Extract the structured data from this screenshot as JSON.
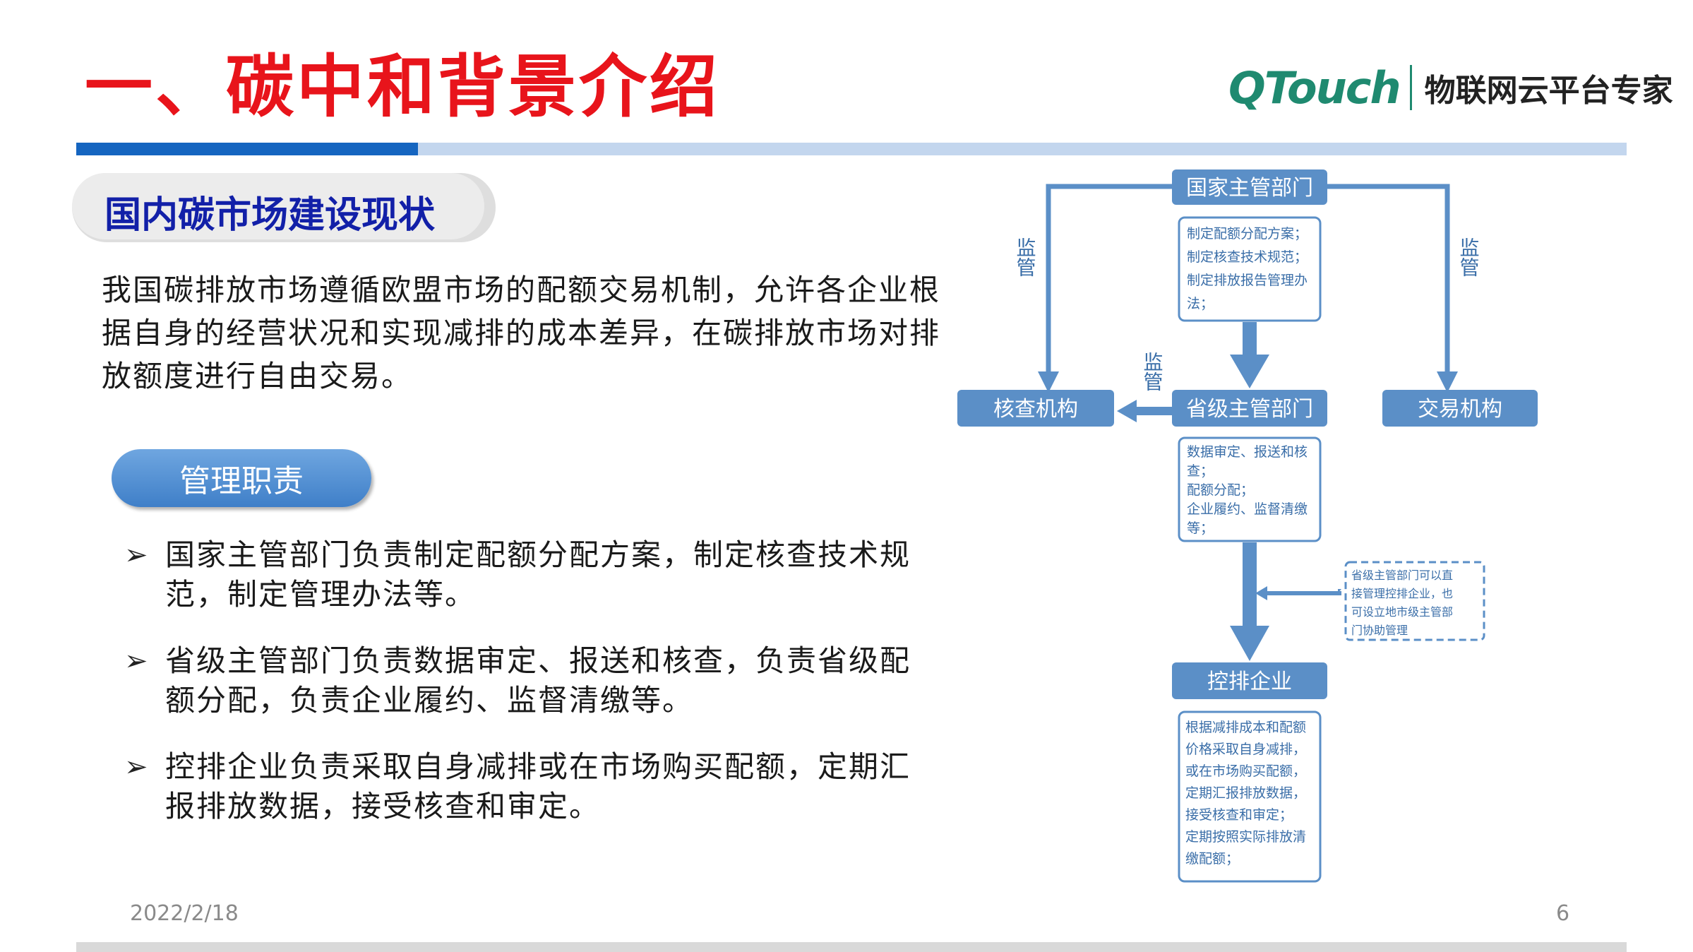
{
  "title": "一、碳中和背景介绍",
  "logo": {
    "brand": "QTouch",
    "tagline": "物联网云平台专家"
  },
  "section": {
    "label": "国内碳市场建设现状"
  },
  "intro": "我国碳排放市场遵循欧盟市场的配额交易机制，允许各企业根据自身的经营状况和实现减排的成本差异，在碳排放市场对排放额度进行自由交易。",
  "responsibilities": {
    "label": "管理职责",
    "items": [
      "国家主管部门负责制定配额分配方案，制定核查技术规范，制定管理办法等。",
      "省级主管部门负责数据审定、报送和核查，负责省级配额分配，负责企业履约、监督清缴等。",
      "控排企业负责采取自身减排或在市场购买配额，定期汇报排放数据，接受核查和审定。"
    ]
  },
  "diagram": {
    "national": "国家主管部门",
    "national_duties": [
      "制定配额分配方案；",
      "制定核查技术规范；",
      "制定排放报告管理办",
      "法；"
    ],
    "verification": "核查机构",
    "provincial": "省级主管部门",
    "trading": "交易机构",
    "provincial_duties": [
      "数据审定、报送和核",
      "查；",
      "配额分配；",
      "企业履约、监督清缴",
      "等；"
    ],
    "note": [
      "省级主管部门可以直",
      "接管理控排企业，也",
      "可设立地市级主管部",
      "门协助管理"
    ],
    "enterprise": "控排企业",
    "enterprise_duties": [
      "根据减排成本和配额",
      "价格采取自身减排，",
      "或在市场购买配额，",
      "定期汇报排放数据，",
      "接受核查和审定；",
      "定期按照实际排放清",
      "缴配额；"
    ],
    "supervise_label": "监管"
  },
  "footer": {
    "date": "2022/2/18",
    "page": "6"
  },
  "colors": {
    "title": "#e8141b",
    "section_text": "#1220a8",
    "flow_box": "#5b8fc7",
    "flow_arrow": "#5b8fc7",
    "brand": "#1f8a70"
  }
}
